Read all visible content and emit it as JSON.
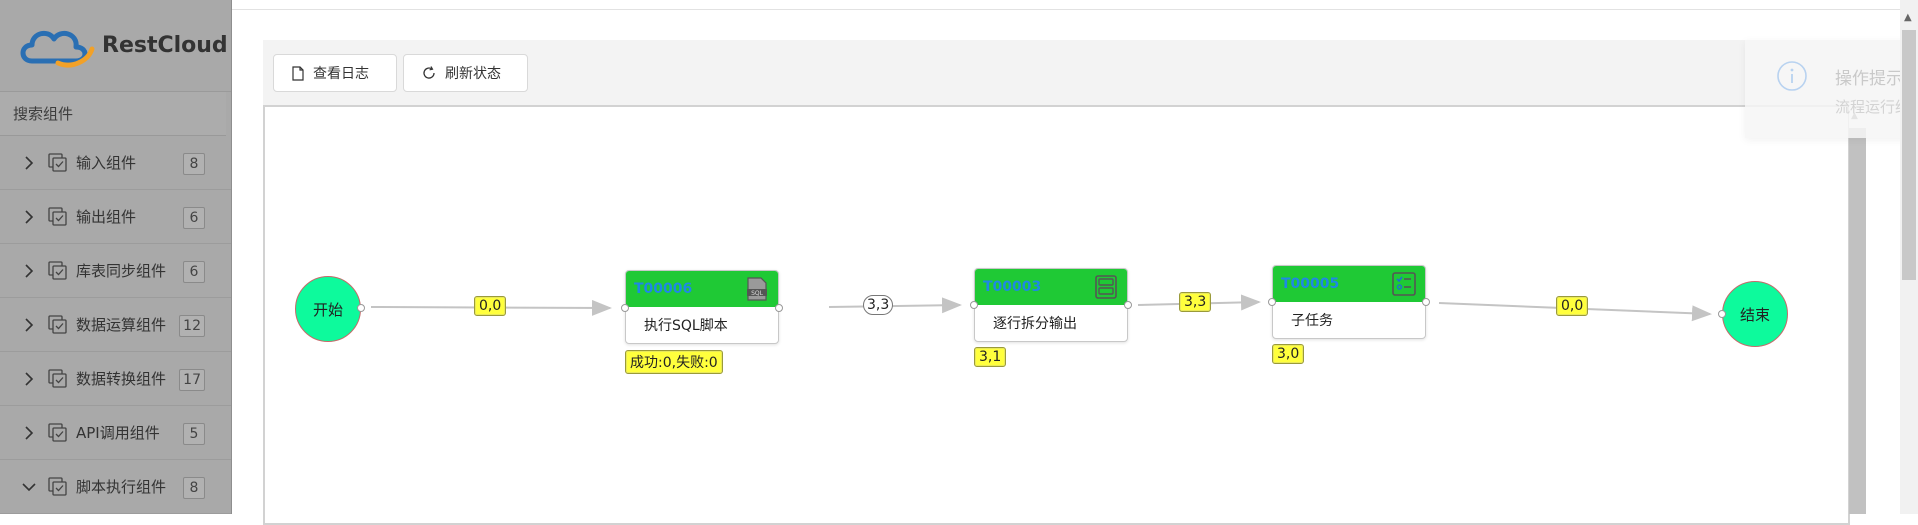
{
  "brand": {
    "name": "RestCloud"
  },
  "sidebar": {
    "search_label": "搜索组件",
    "items": [
      {
        "label": "输入组件",
        "count": "8",
        "expanded": false
      },
      {
        "label": "输出组件",
        "count": "6",
        "expanded": false
      },
      {
        "label": "库表同步组件",
        "count": "6",
        "expanded": false
      },
      {
        "label": "数据运算组件",
        "count": "12",
        "expanded": false
      },
      {
        "label": "数据转换组件",
        "count": "17",
        "expanded": false
      },
      {
        "label": "API调用组件",
        "count": "5",
        "expanded": false
      },
      {
        "label": "脚本执行组件",
        "count": "8",
        "expanded": true
      }
    ]
  },
  "toolbar": {
    "view_log_label": "查看日志",
    "refresh_label": "刷新状态"
  },
  "notice": {
    "title": "操作提示",
    "desc": "流程运行结果"
  },
  "flow": {
    "start_label": "开始",
    "end_label": "结束",
    "nodes": [
      {
        "id": "T00006",
        "label": "执行SQL脚本",
        "icon": "sql-file-icon"
      },
      {
        "id": "T00003",
        "label": "逐行拆分输出",
        "icon": "database-icon"
      },
      {
        "id": "T00005",
        "label": "子任务",
        "icon": "task-list-icon"
      }
    ],
    "edge_labels": [
      "0,0",
      "3,3",
      "3,3",
      "0,0"
    ],
    "node_stats": [
      "成功:0,失败:0",
      "3,1",
      "3,0"
    ]
  },
  "colors": {
    "sidebar_bg": "#a9a9a9",
    "node_header": "#1fc935",
    "node_id_text": "#1e88e5",
    "circle_fill": "#0dfa9c",
    "tag_fill": "#ffff3d"
  }
}
